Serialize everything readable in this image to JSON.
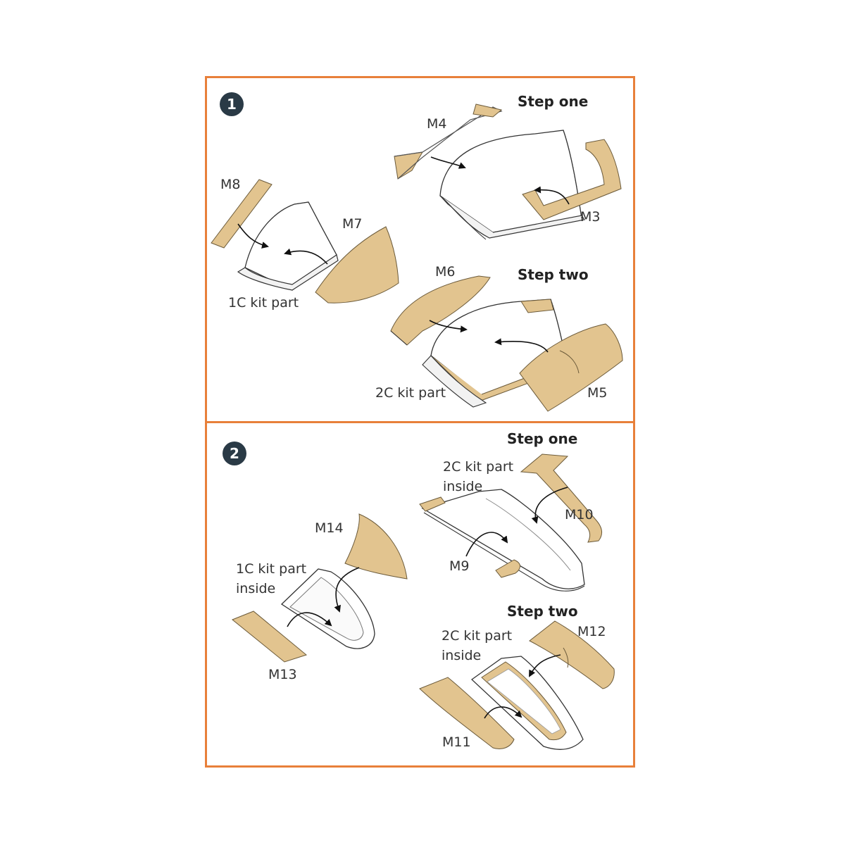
{
  "colors": {
    "frame": "#e8803a",
    "mask": "#e2c48f",
    "badge": "#2a3a46"
  },
  "panel1": {
    "number": "1",
    "step_one": "Step one",
    "step_two": "Step two",
    "labels": {
      "m4": "M4",
      "m8": "M8",
      "m7": "M7",
      "m3": "M3",
      "m6": "M6",
      "m5": "M5",
      "kit1c": "1C kit part",
      "kit2c": "2C kit part"
    }
  },
  "panel2": {
    "number": "2",
    "step_one": "Step one",
    "step_two": "Step two",
    "labels": {
      "m14": "M14",
      "m13": "M13",
      "m10": "M10",
      "m9": "M9",
      "m12": "M12",
      "m11": "M11",
      "kit1c_line1": "1C kit part",
      "kit1c_line2": "inside",
      "kit2c_a_line1": "2C kit part",
      "kit2c_a_line2": "inside",
      "kit2c_b_line1": "2C kit part",
      "kit2c_b_line2": "inside"
    }
  }
}
